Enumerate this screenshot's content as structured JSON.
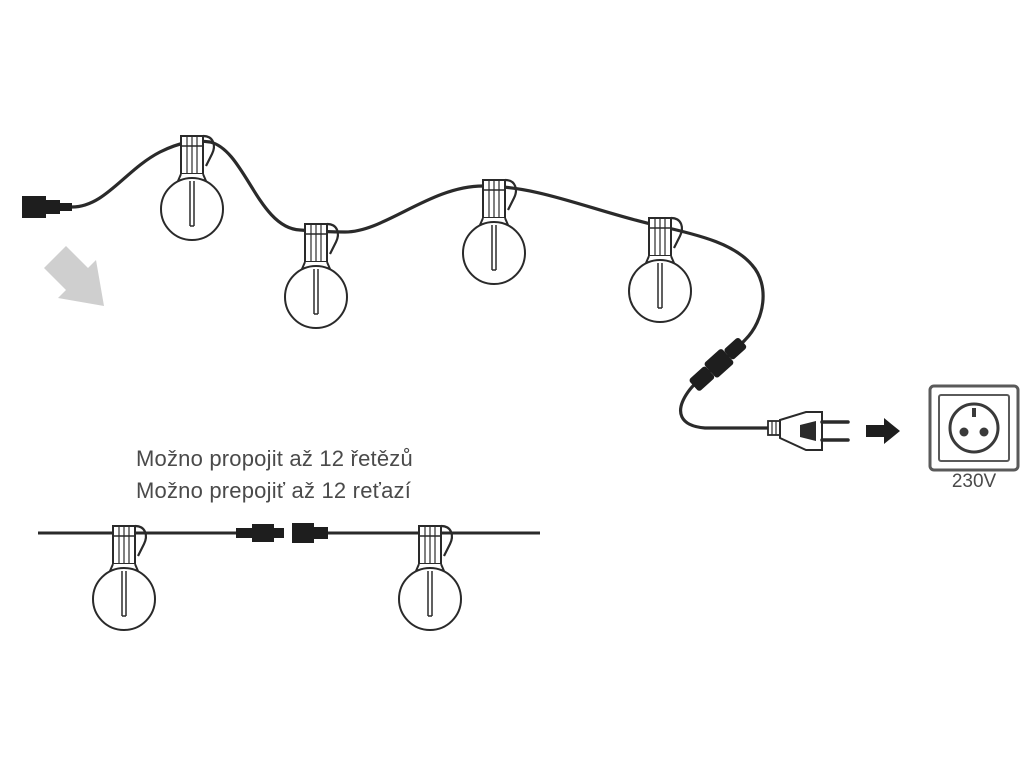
{
  "captions": {
    "cz": "Možno propojit až 12 řetězů",
    "sk": "Možno prepojiť až 12 reťazí"
  },
  "outlet": {
    "voltage": "230V"
  },
  "icons": {
    "direction_arrow": "diagonal-arrow-icon",
    "plug_arrow": "right-arrow-icon",
    "outlet": "wall-socket-icon",
    "bulb": "light-bulb-icon",
    "plug": "power-plug-icon"
  },
  "colors": {
    "cable": "#2a2a2a",
    "text": "#4a4a4a",
    "arrow_gray": "#cfcfcf",
    "outlet_frame": "#5a5a5a"
  }
}
